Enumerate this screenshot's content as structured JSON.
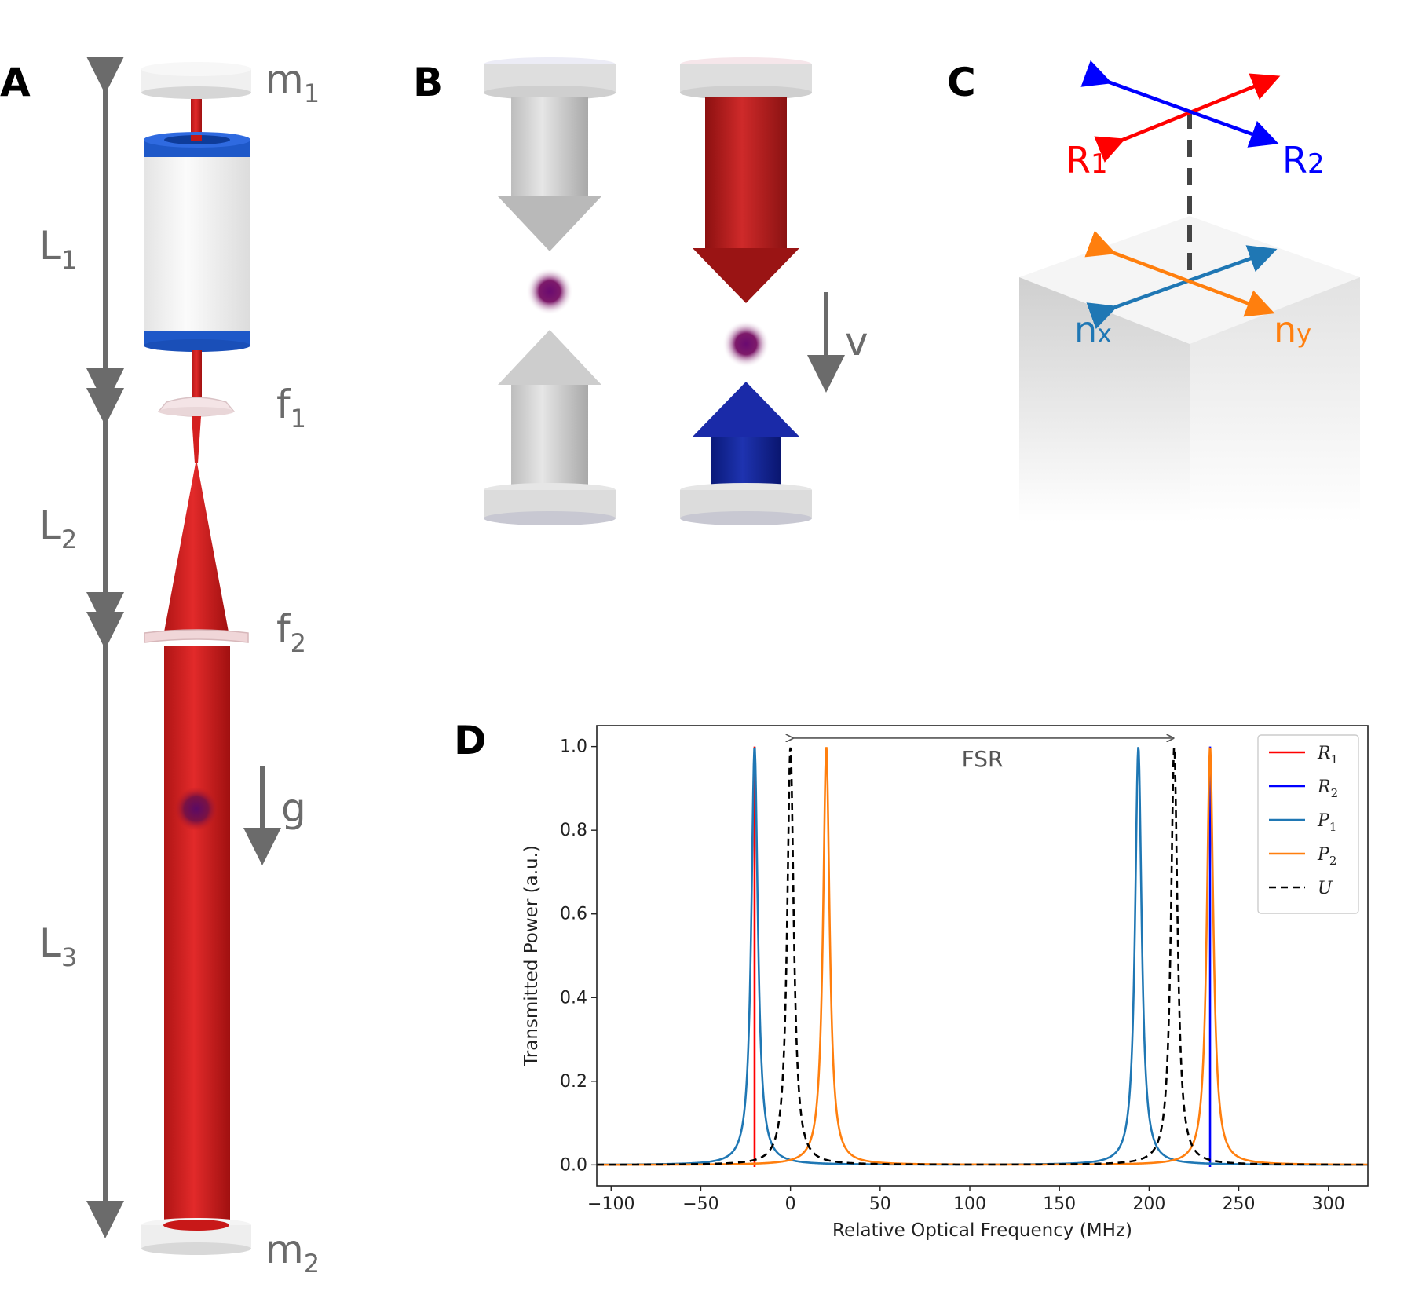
{
  "panels": {
    "a": "A",
    "b": "B",
    "c": "C",
    "d": "D"
  },
  "panel_a": {
    "m1": {
      "base": "m",
      "sub": "1"
    },
    "m2": {
      "base": "m",
      "sub": "2"
    },
    "f1": {
      "base": "f",
      "sub": "1"
    },
    "f2": {
      "base": "f",
      "sub": "2"
    },
    "L1": {
      "base": "L",
      "sub": "1"
    },
    "L2": {
      "base": "L",
      "sub": "2"
    },
    "L3": {
      "base": "L",
      "sub": "3"
    },
    "g": "g"
  },
  "panel_b": {
    "v": "v"
  },
  "panel_c": {
    "R1": {
      "base": "R",
      "sub": "1"
    },
    "R2": {
      "base": "R",
      "sub": "2"
    },
    "nx": {
      "base": "n",
      "sub": "x"
    },
    "ny": {
      "base": "n",
      "sub": "y"
    }
  },
  "colors": {
    "beam_red": "#d42020",
    "blue_ring": "#1e58c8",
    "R1": "#ff0000",
    "R2": "#0000ff",
    "P1": "#1f77b4",
    "P2": "#ff7f0e",
    "U": "#000000",
    "gray_arrow": "#6b6b6b"
  },
  "chart_data": {
    "type": "line",
    "title": "",
    "xlabel": "Relative Optical Frequency (MHz)",
    "ylabel": "Transmitted Power (a.u.)",
    "xlim": [
      -108,
      322
    ],
    "ylim": [
      -0.05,
      1.05
    ],
    "xticks": [
      -100,
      -50,
      0,
      50,
      100,
      150,
      200,
      250,
      300
    ],
    "yticks": [
      0.0,
      0.2,
      0.4,
      0.6,
      0.8,
      1.0
    ],
    "xtick_labels": [
      "−100",
      "−50",
      "0",
      "50",
      "100",
      "150",
      "200",
      "250",
      "300"
    ],
    "ytick_labels": [
      "0.0",
      "0.2",
      "0.4",
      "0.6",
      "0.8",
      "1.0"
    ],
    "annotation": {
      "text": "FSR",
      "x_start": 0,
      "x_end": 214,
      "y": 1.02
    },
    "legend_position": "upper right",
    "series": [
      {
        "name": "R",
        "sub": "1",
        "kind": "vline",
        "x": -20,
        "y_range": [
          -0.005,
          1.0
        ],
        "color": "#ff0000",
        "dash": "solid"
      },
      {
        "name": "R",
        "sub": "2",
        "kind": "vline",
        "x": 234,
        "y_range": [
          -0.005,
          1.0
        ],
        "color": "#0000ff",
        "dash": "solid"
      },
      {
        "name": "P",
        "sub": "1",
        "kind": "lorentzian",
        "centers": [
          -20,
          194
        ],
        "hwhm": 2.2,
        "color": "#1f77b4",
        "dash": "solid"
      },
      {
        "name": "P",
        "sub": "2",
        "kind": "lorentzian",
        "centers": [
          20,
          234
        ],
        "hwhm": 2.2,
        "color": "#ff7f0e",
        "dash": "solid"
      },
      {
        "name": "U",
        "sub": "",
        "kind": "lorentzian",
        "centers": [
          0,
          214
        ],
        "hwhm": 2.2,
        "color": "#000000",
        "dash": "dashed"
      }
    ]
  }
}
